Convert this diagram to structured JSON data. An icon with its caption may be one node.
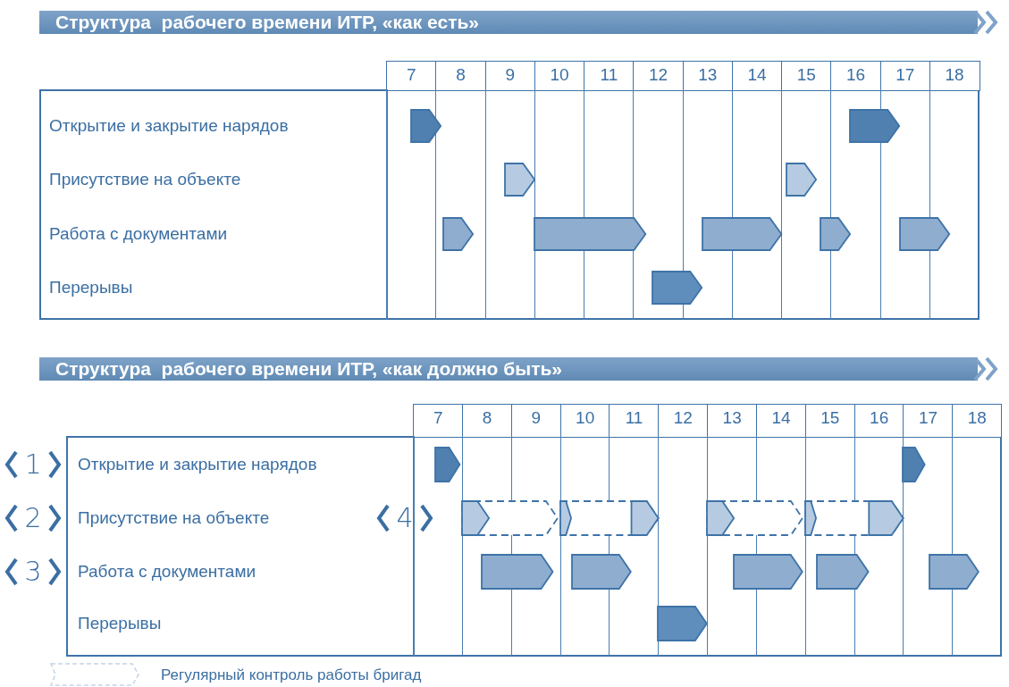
{
  "diagram": {
    "nodes": [
      {
        "text": [
          "Структура  рабочего времени ИТР, «как есть»"
        ]
      },
      {
        "text": [],
        "shape": "bar"
      },
      {
        "text": [],
        "shape": "bar"
      },
      {
        "text": [],
        "shape": "bar"
      },
      {
        "text": [],
        "shape": "bar"
      },
      {
        "text": [],
        "shape": "bar"
      },
      {
        "text": [],
        "shape": "bar"
      },
      {
        "text": [],
        "shape": "bar"
      },
      {
        "text": [],
        "shape": "bar"
      },
      {
        "text": [],
        "shape": "bar"
      },
      {
        "text": [],
        "shape": "bar"
      },
      {
        "text": [
          "Структура  рабочего времени ИТР, «как должно быть»"
        ]
      },
      {
        "text": [],
        "shape": "bar"
      },
      {
        "text": [],
        "shape": "bar"
      },
      {
        "text": [],
        "shape": "box"
      },
      {
        "text": [],
        "shape": "box"
      },
      {
        "text": [],
        "shape": "box"
      },
      {
        "text": [],
        "shape": "box"
      },
      {
        "text": [],
        "shape": "bar",
        "in": 14
      },
      {
        "text": [],
        "shape": "bar",
        "in": 15
      },
      {
        "text": [],
        "shape": "bar",
        "in": 15
      },
      {
        "text": [],
        "shape": "bar",
        "in": 16
      },
      {
        "text": [],
        "shape": "bar",
        "in": 17
      },
      {
        "text": [],
        "shape": "bar",
        "in": 17
      },
      {
        "text": [],
        "shape": "bar"
      },
      {
        "text": [],
        "shape": "bar"
      },
      {
        "text": [],
        "shape": "bar"
      },
      {
        "text": [],
        "shape": "bar"
      },
      {
        "text": [],
        "shape": "bar"
      },
      {
        "text": [],
        "shape": "bar"
      }
    ],
    "labels": [
      "7",
      "8",
      "9",
      "10",
      "11",
      "12",
      "13",
      "14",
      "15",
      "16",
      "17",
      "18",
      "Открытие и закрытие нарядов",
      "Присутствие на объекте",
      "Работа с документами",
      "Перерывы",
      "7",
      "8",
      "9",
      "10",
      "11",
      "12",
      "13",
      "14",
      "15",
      "16",
      "17",
      "18",
      "1",
      "Открытие и закрытие нарядов",
      "2",
      "Присутствие на объекте",
      "4",
      "3",
      "Работа с документами",
      "Перерывы"
    ],
    "legend": [
      {
        "text": "Регулярный контроль работы бригад"
      }
    ]
  }
}
